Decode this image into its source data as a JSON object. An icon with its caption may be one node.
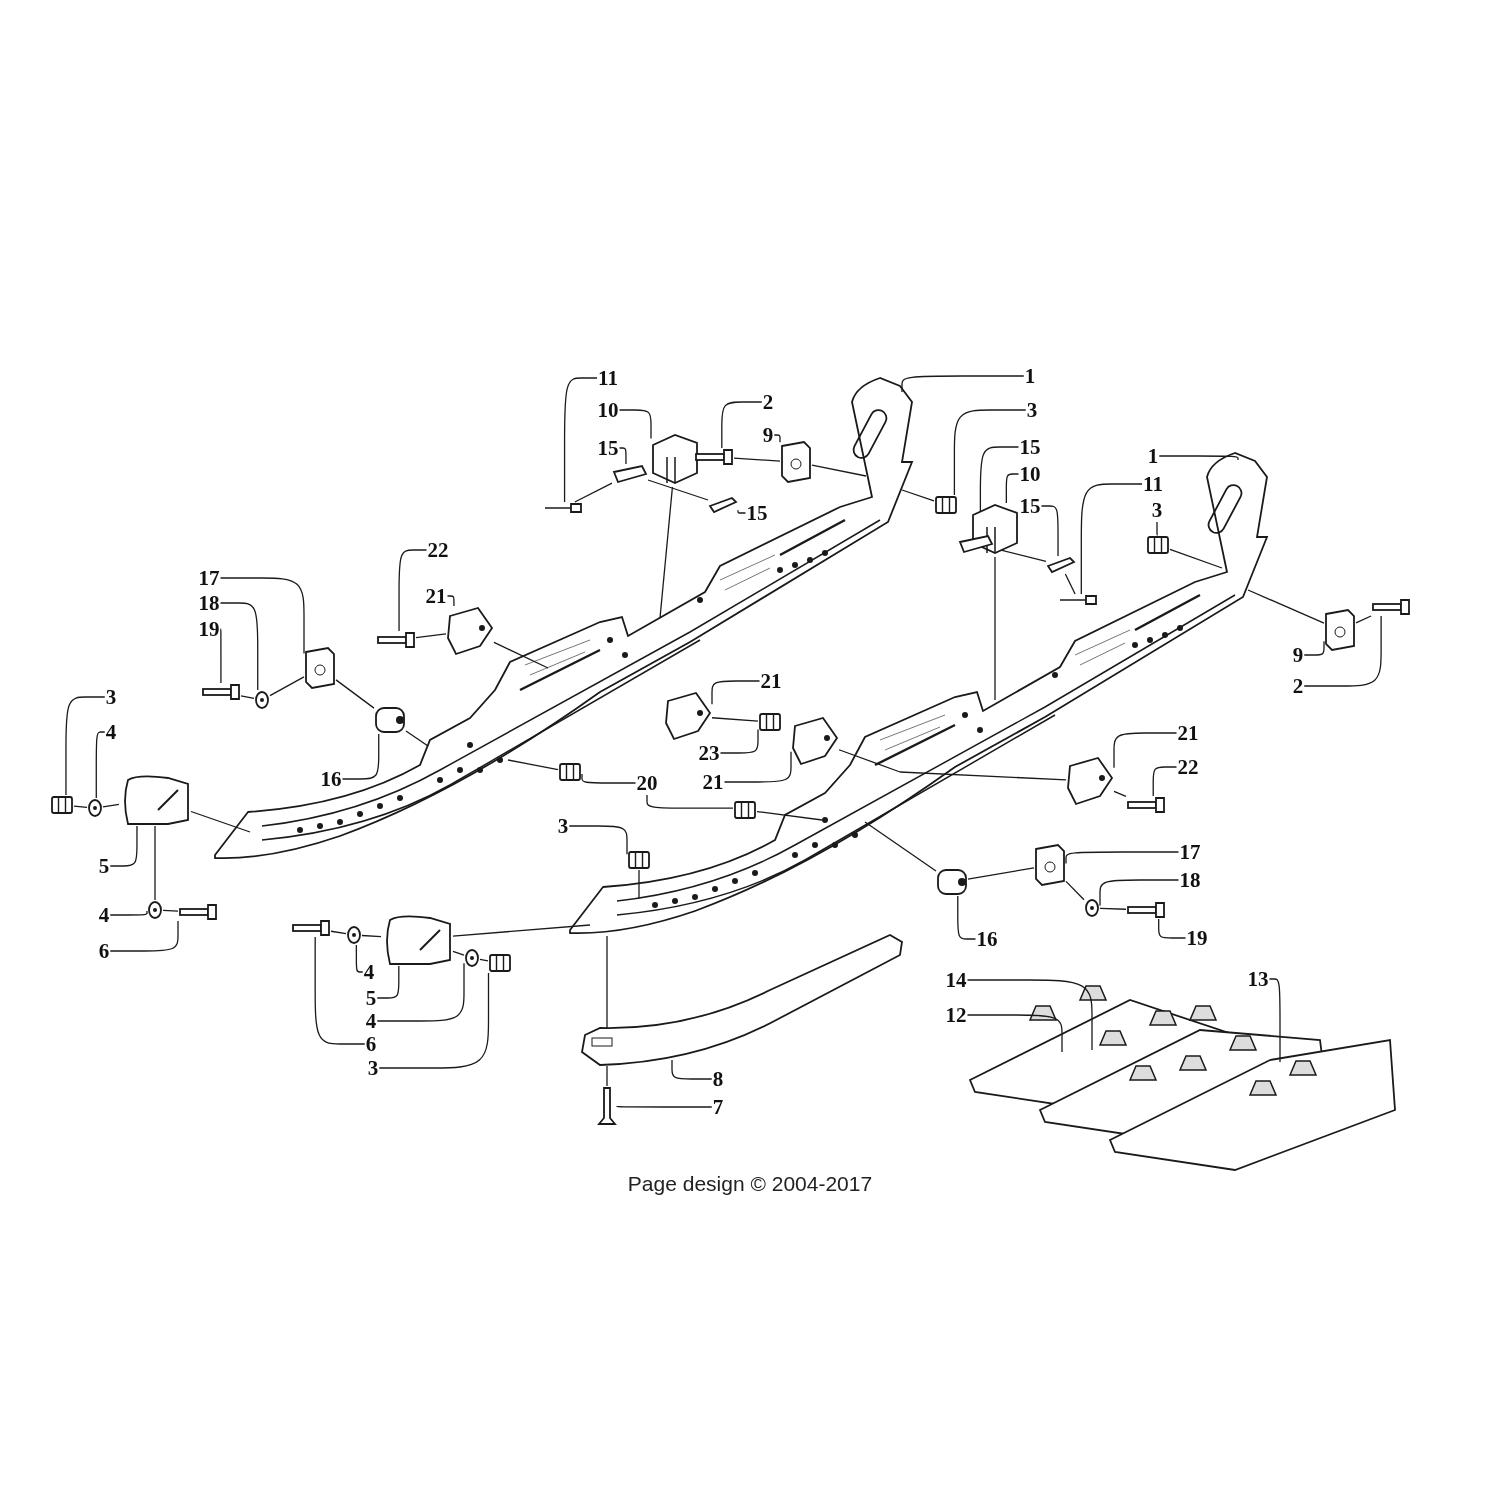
{
  "diagram": {
    "nodes": [
      {
        "text": [
          "11"
        ]
      },
      {
        "text": [
          "10"
        ]
      },
      {
        "text": [
          "15"
        ]
      },
      {
        "text": [
          "2"
        ]
      },
      {
        "text": [
          "9"
        ]
      },
      {
        "text": [
          "15"
        ]
      },
      {
        "text": [
          "1"
        ]
      },
      {
        "text": [
          "3"
        ]
      },
      {
        "text": [
          "15"
        ]
      },
      {
        "text": [
          "10"
        ]
      },
      {
        "text": [
          "15"
        ]
      },
      {
        "text": [
          "1"
        ]
      },
      {
        "text": [
          "11"
        ]
      },
      {
        "text": [
          "3"
        ]
      },
      {
        "text": [
          "9"
        ]
      },
      {
        "text": [
          "2"
        ]
      },
      {
        "text": [
          "22"
        ]
      },
      {
        "text": [
          "21"
        ]
      },
      {
        "text": [
          "17"
        ]
      },
      {
        "text": [
          "18"
        ]
      },
      {
        "text": [
          "19"
        ]
      },
      {
        "text": [
          "21"
        ]
      },
      {
        "text": [
          "3"
        ]
      },
      {
        "text": [
          "4"
        ]
      },
      {
        "text": [
          "23"
        ]
      },
      {
        "text": [
          "21"
        ]
      },
      {
        "text": [
          "21"
        ]
      },
      {
        "text": [
          "22"
        ]
      },
      {
        "text": [
          "16"
        ]
      },
      {
        "text": [
          "20"
        ]
      },
      {
        "text": [
          "3"
        ]
      },
      {
        "text": [
          "5"
        ]
      },
      {
        "text": [
          "17"
        ]
      },
      {
        "text": [
          "18"
        ]
      },
      {
        "text": [
          "4"
        ]
      },
      {
        "text": [
          "6"
        ]
      },
      {
        "text": [
          "16"
        ]
      },
      {
        "text": [
          "19"
        ]
      },
      {
        "text": [
          "14"
        ]
      },
      {
        "text": [
          "13"
        ]
      },
      {
        "text": [
          "4"
        ]
      },
      {
        "text": [
          "12"
        ]
      },
      {
        "text": [
          "5"
        ]
      },
      {
        "text": [
          "4"
        ]
      },
      {
        "text": [
          "6"
        ]
      },
      {
        "text": [
          "3"
        ]
      },
      {
        "text": [
          "8"
        ]
      },
      {
        "text": [
          "7"
        ]
      },
      {
        "text": [],
        "shape": "picture"
      },
      {
        "text": [],
        "shape": "picture"
      },
      {
        "text": [],
        "shape": "picture"
      },
      {
        "text": [],
        "shape": "picture"
      },
      {
        "text": [],
        "shape": "picture"
      },
      {
        "text": [],
        "shape": "picture"
      },
      {
        "text": [],
        "shape": "picture"
      },
      {
        "text": [],
        "shape": "picture"
      },
      {
        "text": [],
        "shape": "picture"
      },
      {
        "text": [],
        "shape": "picture"
      },
      {
        "text": [],
        "shape": "picture"
      },
      {
        "text": [],
        "shape": "picture"
      },
      {
        "text": [],
        "shape": "picture"
      },
      {
        "text": [],
        "shape": "picture"
      },
      {
        "text": [],
        "shape": "picture"
      },
      {
        "text": [],
        "shape": "picture"
      },
      {
        "text": [],
        "shape": "picture"
      },
      {
        "text": [],
        "shape": "picture"
      },
      {
        "text": [],
        "shape": "picture"
      },
      {
        "text": [],
        "shape": "picture"
      },
      {
        "text": [],
        "shape": "picture"
      },
      {
        "text": [],
        "shape": "picture"
      },
      {
        "text": [],
        "shape": "picture"
      },
      {
        "text": [],
        "shape": "picture"
      },
      {
        "text": [],
        "shape": "picture"
      },
      {
        "text": [],
        "shape": "picture"
      },
      {
        "text": [],
        "shape": "picture"
      },
      {
        "text": [],
        "shape": "picture"
      },
      {
        "text": [],
        "shape": "picture"
      },
      {
        "text": [],
        "shape": "picture"
      },
      {
        "text": [],
        "shape": "picture"
      },
      {
        "text": [],
        "shape": "picture"
      },
      {
        "text": [],
        "shape": "picture"
      },
      {
        "text": [],
        "shape": "picture"
      },
      {
        "text": [],
        "shape": "picture"
      },
      {
        "text": [],
        "shape": "picture"
      },
      {
        "text": [],
        "shape": "picture"
      },
      {
        "text": [],
        "shape": "picture"
      },
      {
        "text": [],
        "shape": "picture"
      },
      {
        "text": [],
        "shape": "picture"
      },
      {
        "text": [],
        "shape": "picture"
      },
      {
        "text": [],
        "shape": "picture"
      },
      {
        "text": [],
        "shape": "picture"
      },
      {
        "text": [],
        "shape": "picture"
      },
      {
        "text": [],
        "shape": "picture"
      },
      {
        "text": [],
        "shape": "picture"
      },
      {
        "text": [],
        "shape": "picture"
      }
    ],
    "edges": [
      {
        "from": 0,
        "to": 52,
        "arrow": "none"
      },
      {
        "from": 1,
        "to": 53,
        "arrow": "none"
      },
      {
        "from": 2,
        "to": 54,
        "arrow": "none"
      },
      {
        "from": 3,
        "to": 56,
        "arrow": "none"
      },
      {
        "from": 4,
        "to": 57,
        "arrow": "none"
      },
      {
        "from": 5,
        "to": 55,
        "arrow": "none"
      },
      {
        "from": 6,
        "to": 48,
        "arrow": "none"
      },
      {
        "from": 7,
        "to": 58,
        "arrow": "none"
      },
      {
        "from": 8,
        "to": 60,
        "arrow": "none"
      },
      {
        "from": 9,
        "to": 59,
        "arrow": "none"
      },
      {
        "from": 10,
        "to": 61,
        "arrow": "none"
      },
      {
        "from": 11,
        "to": 49,
        "arrow": "none"
      },
      {
        "from": 12,
        "to": 62,
        "arrow": "none"
      },
      {
        "from": 13,
        "to": 63,
        "arrow": "none"
      },
      {
        "from": 14,
        "to": 64,
        "arrow": "none"
      },
      {
        "from": 15,
        "to": 65,
        "arrow": "none"
      },
      {
        "from": 16,
        "to": 66,
        "arrow": "none"
      },
      {
        "from": 17,
        "to": 67,
        "arrow": "none"
      },
      {
        "from": 18,
        "to": 68,
        "arrow": "none"
      },
      {
        "from": 19,
        "to": 69,
        "arrow": "none"
      },
      {
        "from": 20,
        "to": 70,
        "arrow": "none"
      },
      {
        "from": 21,
        "to": 71,
        "arrow": "none"
      },
      {
        "from": 22,
        "to": 80,
        "arrow": "none"
      },
      {
        "from": 23,
        "to": 81,
        "arrow": "none"
      },
      {
        "from": 24,
        "to": 72,
        "arrow": "none"
      },
      {
        "from": 25,
        "to": 73,
        "arrow": "none"
      },
      {
        "from": 26,
        "to": 74,
        "arrow": "none"
      },
      {
        "from": 27,
        "to": 75,
        "arrow": "none"
      },
      {
        "from": 28,
        "to": 76,
        "arrow": "none"
      },
      {
        "from": 29,
        "to": 77,
        "arrow": "none"
      },
      {
        "from": 29,
        "to": 78,
        "arrow": "none"
      },
      {
        "from": 30,
        "to": 79,
        "arrow": "none"
      },
      {
        "from": 31,
        "to": 82,
        "arrow": "none"
      },
      {
        "from": 32,
        "to": 83,
        "arrow": "none"
      },
      {
        "from": 33,
        "to": 84,
        "arrow": "none"
      },
      {
        "from": 34,
        "to": 87,
        "arrow": "none"
      },
      {
        "from": 35,
        "to": 88,
        "arrow": "none"
      },
      {
        "from": 36,
        "to": 86,
        "arrow": "none"
      },
      {
        "from": 37,
        "to": 85,
        "arrow": "none"
      },
      {
        "from": 38,
        "to": 51,
        "arrow": "none"
      },
      {
        "from": 39,
        "to": 51,
        "arrow": "none"
      },
      {
        "from": 40,
        "to": 90,
        "arrow": "none"
      },
      {
        "from": 41,
        "to": 51,
        "arrow": "none"
      },
      {
        "from": 42,
        "to": 91,
        "arrow": "none"
      },
      {
        "from": 43,
        "to": 92,
        "arrow": "none"
      },
      {
        "from": 44,
        "to": 89,
        "arrow": "none"
      },
      {
        "from": 45,
        "to": 93,
        "arrow": "none"
      },
      {
        "from": 46,
        "to": 50,
        "arrow": "none"
      },
      {
        "from": 47,
        "to": 94,
        "arrow": "none"
      },
      {
        "from": 52,
        "to": 54,
        "arrow": "none"
      },
      {
        "from": 54,
        "to": 55,
        "arrow": "none"
      },
      {
        "from": 53,
        "to": 48,
        "arrow": "none"
      },
      {
        "from": 56,
        "to": 57,
        "arrow": "none"
      },
      {
        "from": 57,
        "to": 48,
        "arrow": "none"
      },
      {
        "from": 59,
        "to": 49,
        "arrow": "none"
      },
      {
        "from": 60,
        "to": 61,
        "arrow": "none"
      },
      {
        "from": 61,
        "to": 62,
        "arrow": "none"
      },
      {
        "from": 63,
        "to": 49,
        "arrow": "none"
      },
      {
        "from": 64,
        "to": 65,
        "arrow": "none"
      },
      {
        "from": 66,
        "to": 67,
        "arrow": "none"
      },
      {
        "from": 67,
        "to": 48,
        "arrow": "none"
      },
      {
        "from": 70,
        "to": 69,
        "arrow": "none"
      },
      {
        "from": 69,
        "to": 68,
        "arrow": "none"
      },
      {
        "from": 68,
        "to": 76,
        "arrow": "none"
      },
      {
        "from": 76,
        "to": 48,
        "arrow": "none"
      },
      {
        "from": 71,
        "to": 72,
        "arrow": "none"
      },
      {
        "from": 73,
        "to": 49,
        "arrow": "none"
      },
      {
        "from": 49,
        "to": 74,
        "arrow": "none"
      },
      {
        "from": 74,
        "to": 75,
        "arrow": "none"
      },
      {
        "from": 78,
        "to": 49,
        "arrow": "none"
      },
      {
        "from": 79,
        "to": 49,
        "arrow": "none"
      },
      {
        "from": 80,
        "to": 81,
        "arrow": "none"
      },
      {
        "from": 81,
        "to": 82,
        "arrow": "none"
      },
      {
        "from": 82,
        "to": 48,
        "arrow": "none"
      },
      {
        "from": 82,
        "to": 87,
        "arrow": "none"
      },
      {
        "from": 87,
        "to": 88,
        "arrow": "none"
      },
      {
        "from": 49,
        "to": 86,
        "arrow": "none"
      },
      {
        "from": 86,
        "to": 83,
        "arrow": "none"
      },
      {
        "from": 83,
        "to": 84,
        "arrow": "none"
      },
      {
        "from": 84,
        "to": 85,
        "arrow": "none"
      },
      {
        "from": 89,
        "to": 90,
        "arrow": "none"
      },
      {
        "from": 90,
        "to": 91,
        "arrow": "none"
      },
      {
        "from": 91,
        "to": 92,
        "arrow": "none"
      },
      {
        "from": 92,
        "to": 93,
        "arrow": "none"
      },
      {
        "from": 91,
        "to": 49,
        "arrow": "none"
      },
      {
        "from": 49,
        "to": 50,
        "arrow": "none"
      },
      {
        "from": 50,
        "to": 94,
        "arrow": "none"
      },
      {
        "from": 48,
        "to": 58,
        "arrow": "none"
      },
      {
        "from": 49,
        "to": 64,
        "arrow": "none"
      },
      {
        "from": 48,
        "to": 77,
        "arrow": "none"
      }
    ],
    "labels": [
      "Page design © 2004-2017"
    ]
  }
}
